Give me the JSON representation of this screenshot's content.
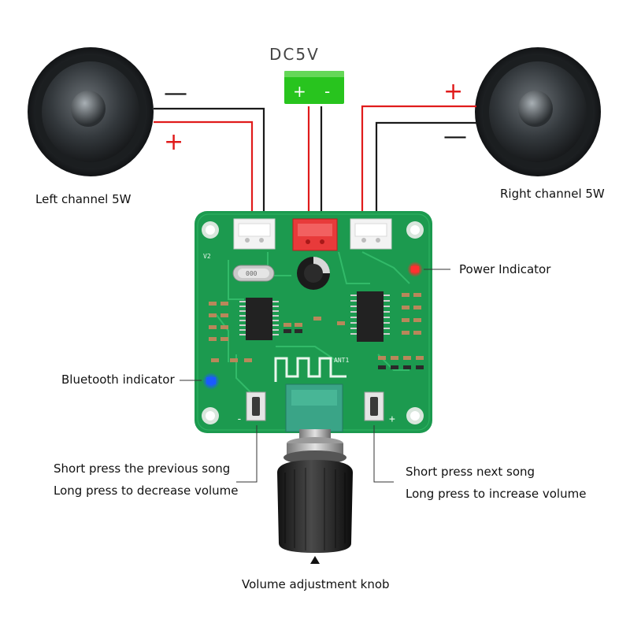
{
  "power": {
    "label": "DC5V",
    "plus": "+",
    "minus": "-"
  },
  "speakers": {
    "left": {
      "label": "Left channel 5W",
      "plus": "+",
      "minus": "—"
    },
    "right": {
      "label": "Right channel 5W",
      "plus": "+",
      "minus": "—"
    }
  },
  "annotations": {
    "power_indicator": "Power Indicator",
    "bluetooth_indicator": "Bluetooth indicator",
    "prev_short": "Short press the previous song",
    "prev_long": "Long press to decrease volume",
    "next_short": "Short press next song",
    "next_long": "Long press to increase volume",
    "knob": "Volume adjustment knob"
  },
  "board": {
    "version": "V2",
    "antenna": "ANT1",
    "button_left_sign": "-",
    "button_right_sign": "+",
    "crystal": "000"
  },
  "colors": {
    "board": "#1c9a4f",
    "wire_red": "#e01b1b",
    "wire_black": "#1a1a1a",
    "power_green": "#28c41e",
    "power_led": "#ff2a2a",
    "bt_led": "#1a5bff"
  }
}
